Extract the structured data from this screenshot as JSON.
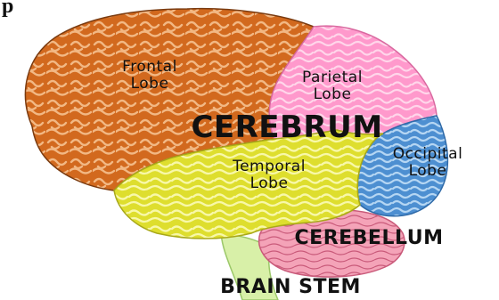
{
  "corner_fragment": "p",
  "labels": {
    "frontal": [
      "Frontal",
      "Lobe"
    ],
    "parietal": [
      "Parietal",
      "Lobe"
    ],
    "cerebrum": "CEREBRUM",
    "occipital": [
      "Occipital",
      "Lobe"
    ],
    "temporal": [
      "Temporal",
      "Lobe"
    ],
    "cerebellum": "CEREBELLUM",
    "brain_stem": "BRAIN STEM"
  },
  "colors": {
    "frontal": "#d2691e",
    "frontal_fold": "#f0b27a",
    "parietal": "#ff99cc",
    "parietal_fold": "#ffd1e8",
    "occipital": "#4d8fd1",
    "occipital_fold": "#a9cdf0",
    "temporal": "#dede2e",
    "temporal_fold": "#f6f69a",
    "cerebellum": "#f4a3b8",
    "cerebellum_fold": "#c95a7a",
    "brain_stem": "#d8f0a8",
    "outline": "#7a3b10"
  }
}
